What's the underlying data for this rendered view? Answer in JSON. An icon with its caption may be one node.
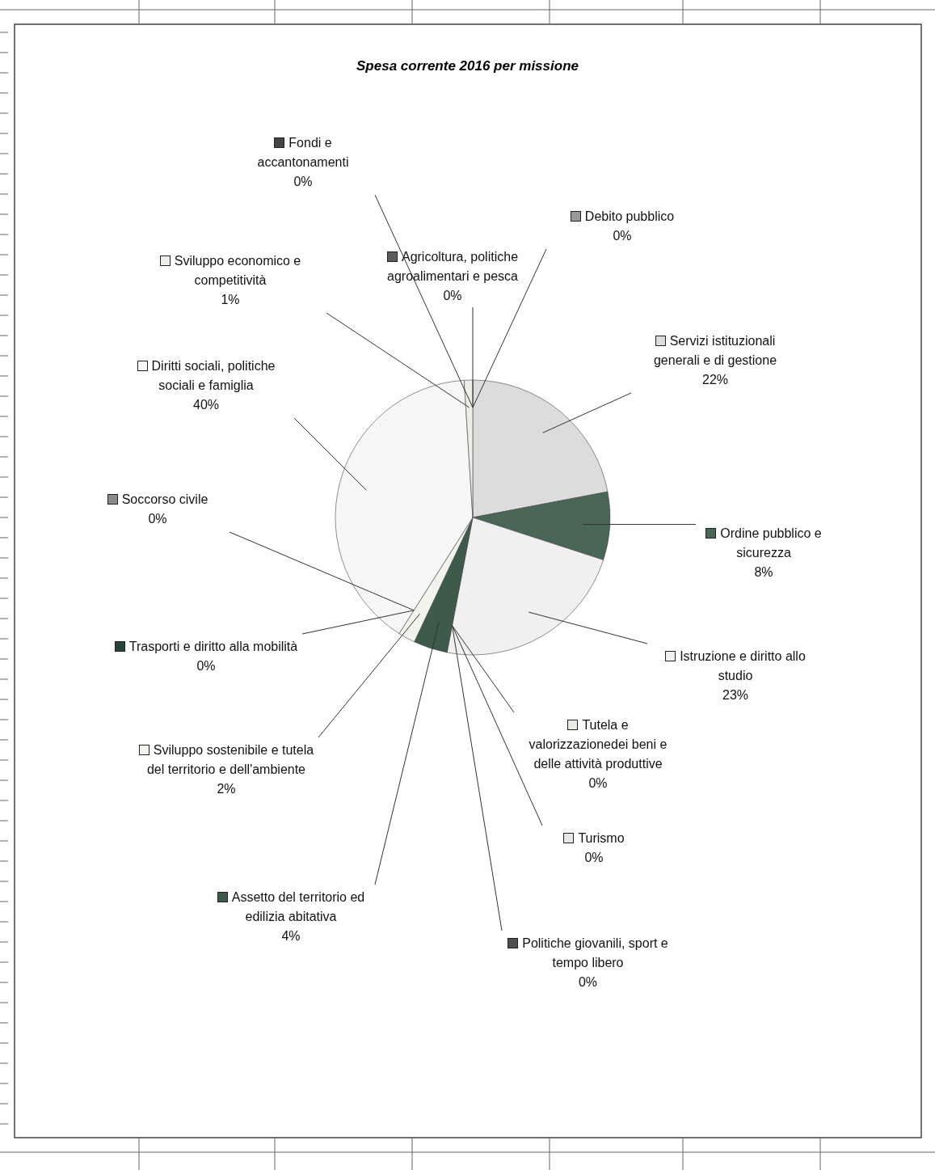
{
  "diagram": {
    "chart_data": {
      "type": "pie",
      "title": "Spesa corrente 2016 per missione",
      "categories": [
        "Servizi istituzionali generali e di gestione",
        "Ordine pubblico e sicurezza",
        "Istruzione e diritto allo studio",
        "Tutela e valorizzazionedei beni e delle attività produttive",
        "Turismo",
        "Politiche giovanili, sport e tempo libero",
        "Assetto del territorio ed edilizia abitativa",
        "Sviluppo sostenibile e tutela del territorio e dell'ambiente",
        "Trasporti e diritto alla mobilità",
        "Soccorso civile",
        "Diritti sociali, politiche sociali e famiglia",
        "Sviluppo economico e competitività",
        "Agricoltura, politiche agroalimentari e pesca",
        "Fondi e accantonamenti",
        "Debito pubblico"
      ],
      "values": [
        22,
        8,
        23,
        0,
        0,
        0,
        4,
        2,
        0,
        0,
        40,
        1,
        0,
        0,
        0
      ],
      "value_labels": [
        "22%",
        "8%",
        "23%",
        "0%",
        "0%",
        "0%",
        "4%",
        "2%",
        "0%",
        "0%",
        "40%",
        "1%",
        "0%",
        "0%",
        "0%"
      ],
      "legend": "bottom-left",
      "colors": [
        "#dcdcdc",
        "#4a6656",
        "#f0f0f0",
        "#ebebe6",
        "#e6e6e6",
        "#505050",
        "#3e5a4a",
        "#f3f3ee",
        "#264437",
        "#8a8a8a",
        "#f6f6f6",
        "#eeeee8",
        "#5c5c5c",
        "#444444",
        "#999999"
      ]
    }
  }
}
